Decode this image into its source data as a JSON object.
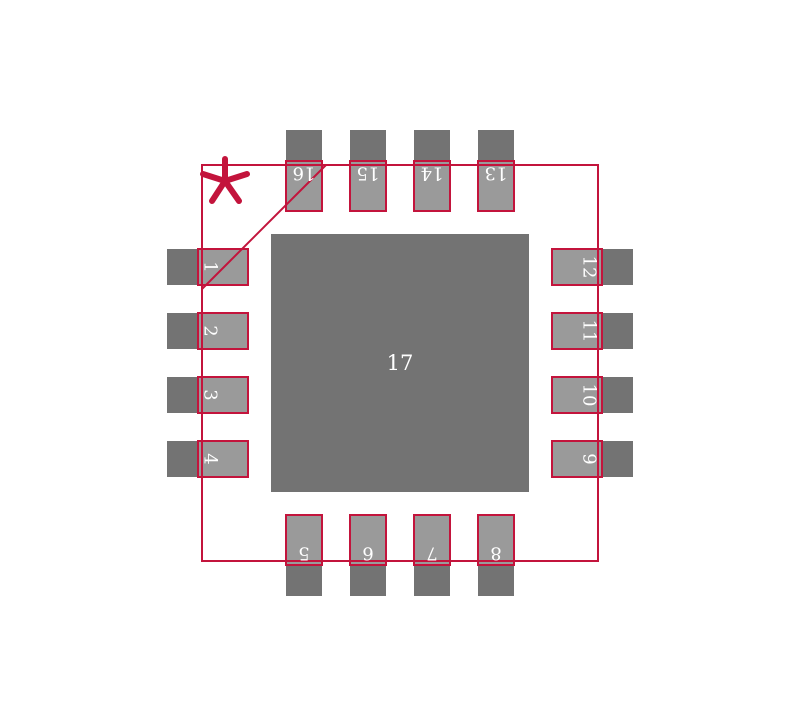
{
  "colors": {
    "background": "#ffffff",
    "pad": "#737373",
    "pin_fill": "#9a9a9a",
    "outline": "#c3143c"
  },
  "pin1_marker": "asterisk-icon",
  "thermal_pad": {
    "label": "17"
  },
  "pins": {
    "p1": "1",
    "p2": "2",
    "p3": "3",
    "p4": "4",
    "p5": "5",
    "p6": "6",
    "p7": "7",
    "p8": "8",
    "p9": "9",
    "p10": "10",
    "p11": "11",
    "p12": "12",
    "p13": "13",
    "p14": "14",
    "p15": "15",
    "p16": "16"
  }
}
